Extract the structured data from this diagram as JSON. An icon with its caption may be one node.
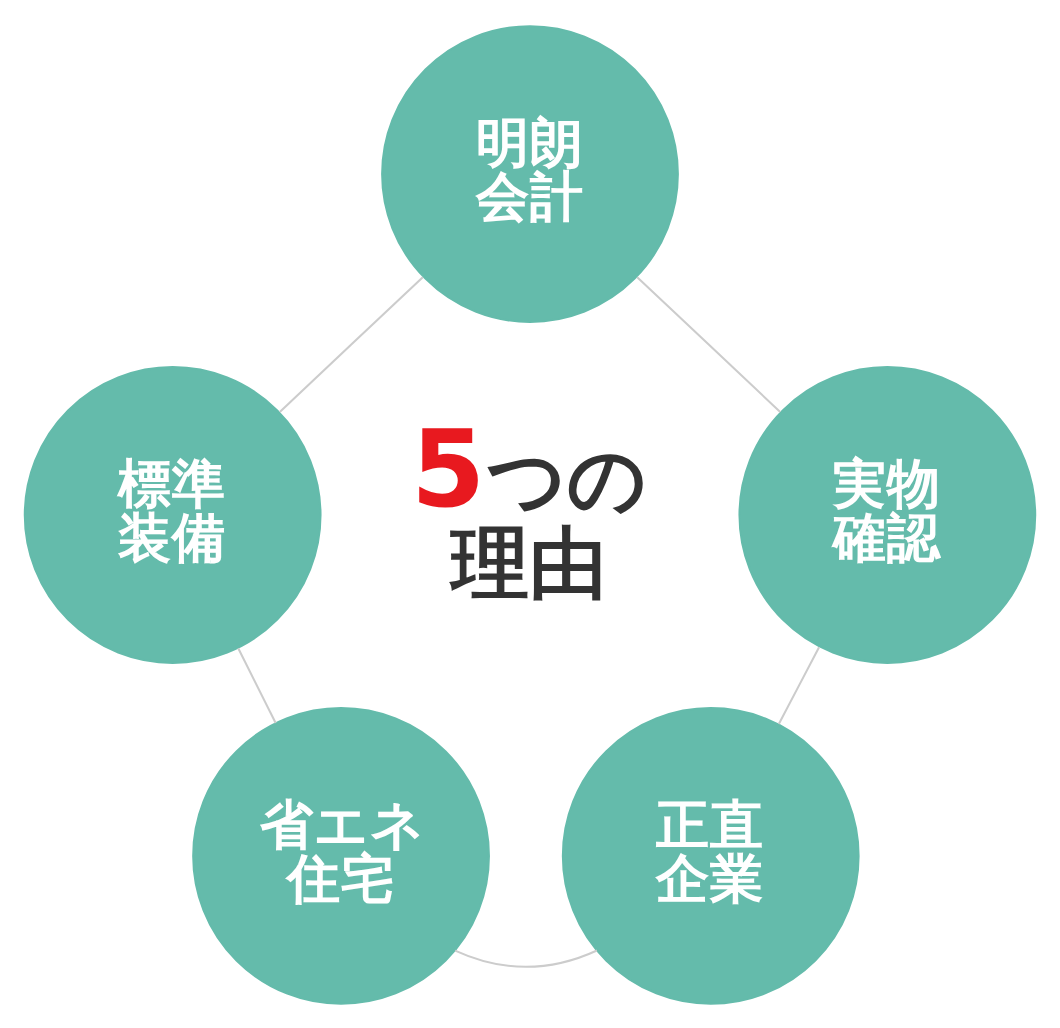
{
  "diagram": {
    "nodes": [
      {
        "text": [
          "明朗会計"
        ]
      },
      {
        "text": [
          "実物確認"
        ]
      },
      {
        "text": [
          "正直企業"
        ]
      },
      {
        "text": [
          "省エネ住宅"
        ]
      },
      {
        "text": [
          "標準装備"
        ]
      }
    ],
    "edges": [
      {
        "from": 0,
        "to": 1,
        "arrow": "none"
      },
      {
        "from": 1,
        "to": 2,
        "arrow": "none"
      },
      {
        "from": 2,
        "to": 3,
        "arrow": "none"
      },
      {
        "from": 3,
        "to": 4,
        "arrow": "none"
      },
      {
        "from": 4,
        "to": 0,
        "arrow": "none"
      }
    ],
    "labels": [
      "5つの理由"
    ]
  }
}
